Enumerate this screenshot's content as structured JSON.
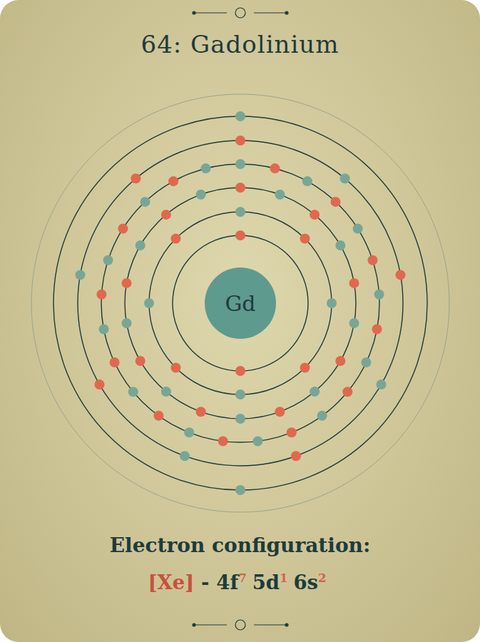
{
  "diagram": {
    "title": "64: Gadolinium",
    "caption": "Electron configuration:",
    "nodes": [
      {
        "text": [
          "Gd"
        ]
      }
    ],
    "labels": [
      "[Xe]",
      "-",
      "4f",
      "7",
      "5d",
      "1",
      "6s",
      "2"
    ]
  }
}
